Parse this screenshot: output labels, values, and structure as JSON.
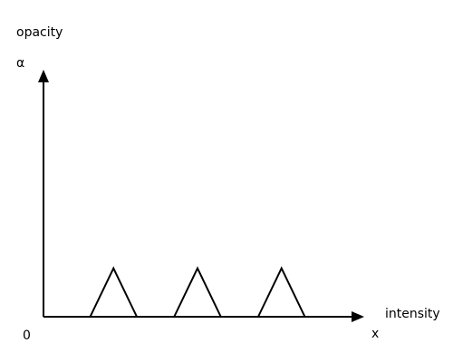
{
  "labels": {
    "y_axis_title": "opacity",
    "y_axis_symbol": "α",
    "x_axis_title": "intensity",
    "x_axis_symbol": "x",
    "origin": "0"
  },
  "transfer_function": {
    "peaks": [
      {
        "start": 1,
        "apex": 1.5,
        "end": 2
      },
      {
        "start": 2.8,
        "apex": 3.3,
        "end": 3.8
      },
      {
        "start": 4.6,
        "apex": 5.1,
        "end": 5.6
      }
    ],
    "peak_opacity": 1,
    "x_range": [
      0,
      6.6
    ],
    "y_range": [
      0,
      5.1
    ]
  },
  "colors": {
    "ink": "#000000",
    "background": "#ffffff"
  }
}
